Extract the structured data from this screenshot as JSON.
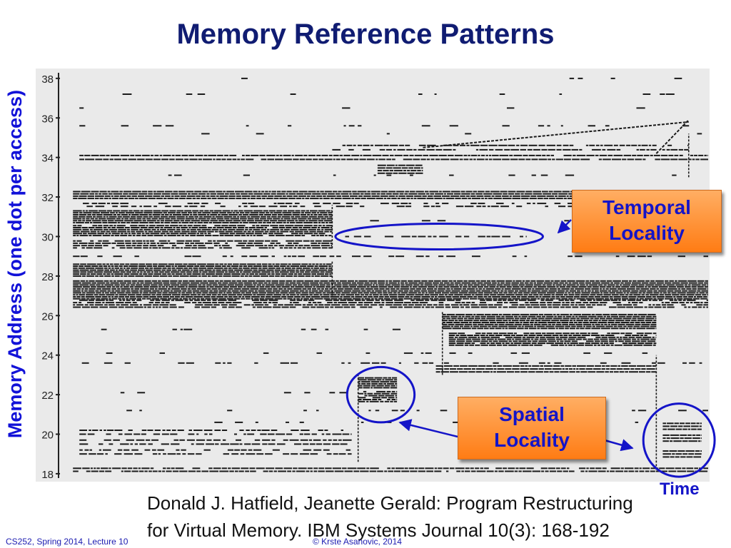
{
  "slide": {
    "title": "Memory Reference Patterns",
    "citation_line1": "Donald J. Hatfield, Jeanette Gerald: Program Restructuring",
    "citation_line2": "for Virtual Memory. IBM Systems Journal 10(3): 168-192",
    "footer_left": "CS252, Spring 2014, Lecture 10",
    "footer_center": "© Krste Asanovic, 2014"
  },
  "callouts": {
    "temporal_line1": "Temporal",
    "temporal_line2": "Locality",
    "spatial_line1": "Spatial",
    "spatial_line2": "Locality"
  },
  "colors": {
    "title": "#101c72",
    "annotation_blue": "#1414c8",
    "callout_orange": "#ff8a2a",
    "plot_background": "#eaeaea",
    "dot_ink": "#1b1b1b"
  },
  "chart_data": {
    "type": "scatter",
    "xlabel": "Time",
    "ylabel": "Memory Address (one dot per access)",
    "ylim": [
      17.6,
      38.5
    ],
    "xlim": [
      0,
      100
    ],
    "y_ticks": [
      18,
      20,
      22,
      24,
      26,
      28,
      30,
      32,
      34,
      36,
      38
    ],
    "grid": false,
    "bands": [
      {
        "y": 38.0,
        "x0": 3,
        "x1": 100,
        "density": 0.1,
        "thick": 0.1
      },
      {
        "y": 37.2,
        "x0": 3,
        "x1": 100,
        "density": 0.12,
        "thick": 0.1
      },
      {
        "y": 36.5,
        "x0": 3,
        "x1": 100,
        "density": 0.1,
        "thick": 0.1
      },
      {
        "y": 35.6,
        "x0": 3,
        "x1": 100,
        "density": 0.2,
        "thick": 0.1
      },
      {
        "y": 35.2,
        "x0": 3,
        "x1": 100,
        "density": 0.15,
        "thick": 0.1
      },
      {
        "y": 34.0,
        "x0": 3,
        "x1": 100,
        "density": 0.95,
        "thick": 0.2
      },
      {
        "y": 34.5,
        "x0": 42,
        "x1": 97,
        "density": 0.85,
        "thick": 0.22
      },
      {
        "y": 33.4,
        "x0": 49,
        "x1": 56,
        "density": 1.0,
        "thick": 0.4
      },
      {
        "y": 33.1,
        "x0": 3,
        "x1": 100,
        "density": 0.15,
        "thick": 0.1
      },
      {
        "y": 32.1,
        "x0": 2,
        "x1": 100,
        "density": 1.0,
        "thick": 0.35
      },
      {
        "y": 31.6,
        "x0": 2,
        "x1": 100,
        "density": 0.55,
        "thick": 0.15
      },
      {
        "y": 31.0,
        "x0": 2,
        "x1": 42,
        "density": 1.0,
        "thick": 0.6
      },
      {
        "y": 30.3,
        "x0": 2,
        "x1": 42,
        "density": 0.95,
        "thick": 0.5
      },
      {
        "y": 29.6,
        "x0": 2,
        "x1": 42,
        "density": 0.9,
        "thick": 0.35
      },
      {
        "y": 30.0,
        "x0": 44,
        "x1": 72,
        "density": 0.6,
        "thick": 0.1
      },
      {
        "y": 30.8,
        "x0": 44,
        "x1": 100,
        "density": 0.12,
        "thick": 0.1
      },
      {
        "y": 29.0,
        "x0": 2,
        "x1": 100,
        "density": 0.5,
        "thick": 0.1
      },
      {
        "y": 28.3,
        "x0": 2,
        "x1": 42,
        "density": 1.0,
        "thick": 0.6
      },
      {
        "y": 27.3,
        "x0": 2,
        "x1": 100,
        "density": 1.0,
        "thick": 0.9
      },
      {
        "y": 26.6,
        "x0": 2,
        "x1": 100,
        "density": 0.85,
        "thick": 0.35
      },
      {
        "y": 25.7,
        "x0": 59,
        "x1": 92,
        "density": 1.0,
        "thick": 0.7
      },
      {
        "y": 24.8,
        "x0": 60,
        "x1": 92,
        "density": 0.95,
        "thick": 0.6
      },
      {
        "y": 25.3,
        "x0": 2,
        "x1": 58,
        "density": 0.15,
        "thick": 0.1
      },
      {
        "y": 24.1,
        "x0": 2,
        "x1": 100,
        "density": 0.15,
        "thick": 0.1
      },
      {
        "y": 23.6,
        "x0": 2,
        "x1": 100,
        "density": 0.35,
        "thick": 0.1
      },
      {
        "y": 23.3,
        "x0": 58,
        "x1": 92,
        "density": 1.0,
        "thick": 0.3
      },
      {
        "y": 22.6,
        "x0": 46,
        "x1": 52,
        "density": 1.0,
        "thick": 0.5
      },
      {
        "y": 21.9,
        "x0": 46,
        "x1": 52,
        "density": 0.9,
        "thick": 0.5
      },
      {
        "y": 22.1,
        "x0": 2,
        "x1": 45,
        "density": 0.15,
        "thick": 0.1
      },
      {
        "y": 21.2,
        "x0": 2,
        "x1": 100,
        "density": 0.2,
        "thick": 0.1
      },
      {
        "y": 20.6,
        "x0": 2,
        "x1": 100,
        "density": 0.2,
        "thick": 0.1
      },
      {
        "y": 20.1,
        "x0": 3,
        "x1": 45,
        "density": 0.75,
        "thick": 0.2
      },
      {
        "y": 19.6,
        "x0": 3,
        "x1": 45,
        "density": 0.75,
        "thick": 0.2
      },
      {
        "y": 19.1,
        "x0": 3,
        "x1": 45,
        "density": 0.7,
        "thick": 0.2
      },
      {
        "y": 20.4,
        "x0": 93,
        "x1": 99,
        "density": 1.0,
        "thick": 0.3
      },
      {
        "y": 19.8,
        "x0": 93,
        "x1": 99,
        "density": 1.0,
        "thick": 0.3
      },
      {
        "y": 19.0,
        "x0": 93,
        "x1": 99,
        "density": 1.0,
        "thick": 0.3
      },
      {
        "y": 18.2,
        "x0": 2,
        "x1": 100,
        "density": 0.95,
        "thick": 0.15
      }
    ],
    "verticals": [
      {
        "x": 42,
        "y0": 29.4,
        "y1": 31.6
      },
      {
        "x": 42,
        "y0": 27.0,
        "y1": 28.8
      },
      {
        "x": 46,
        "y0": 18.6,
        "y1": 23.0
      },
      {
        "x": 59,
        "y0": 23.0,
        "y1": 26.2
      },
      {
        "x": 92,
        "y0": 18.2,
        "y1": 24.0
      },
      {
        "x": 97,
        "y0": 33.0,
        "y1": 35.2
      }
    ],
    "ramps": [
      {
        "x0": 56,
        "y0": 34.5,
        "x1": 97,
        "y1": 35.8
      },
      {
        "x0": 92,
        "y0": 34.2,
        "x1": 97,
        "y1": 35.9
      }
    ],
    "annotations": [
      {
        "name": "temporal",
        "shape": "ellipse",
        "cx": 58.5,
        "cy": 30.0,
        "rx": 16.0,
        "ry": 0.65
      },
      {
        "name": "spatial-a",
        "shape": "ellipse",
        "cx": 49.5,
        "cy": 22.0,
        "rx": 5.2,
        "ry": 1.4
      },
      {
        "name": "spatial-b",
        "shape": "ellipse",
        "cx": 95.5,
        "cy": 19.7,
        "rx": 5.5,
        "ry": 1.85
      }
    ]
  }
}
